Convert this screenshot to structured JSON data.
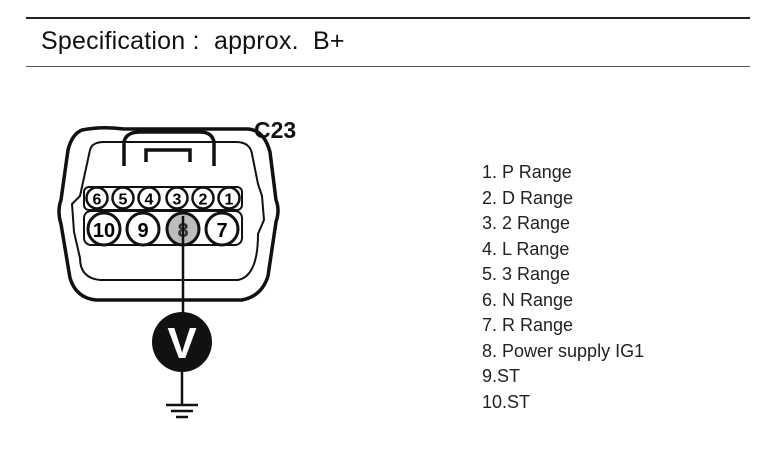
{
  "spec": {
    "label": "Specification",
    "separator": ":",
    "value": "approx.  B+"
  },
  "connector": {
    "id": "C23",
    "pins_top": [
      "6",
      "5",
      "4",
      "3",
      "2",
      "1"
    ],
    "pins_bottom": [
      "10",
      "9",
      "8",
      "7"
    ],
    "probe_pin": "8"
  },
  "meter": {
    "symbol": "V"
  },
  "legend": [
    "1. P Range",
    "2. D Range",
    "3. 2 Range",
    "4. L Range",
    "5. 3 Range",
    "6. N Range",
    "7. R Range",
    "8. Power supply IG1",
    "9.ST",
    "10.ST"
  ],
  "colors": {
    "ink": "#111111",
    "probe_pin_fill": "#bdbdbd",
    "meter_fill": "#111111"
  },
  "icons": {
    "ground": "ground-symbol-icon",
    "voltmeter": "voltmeter-icon"
  }
}
